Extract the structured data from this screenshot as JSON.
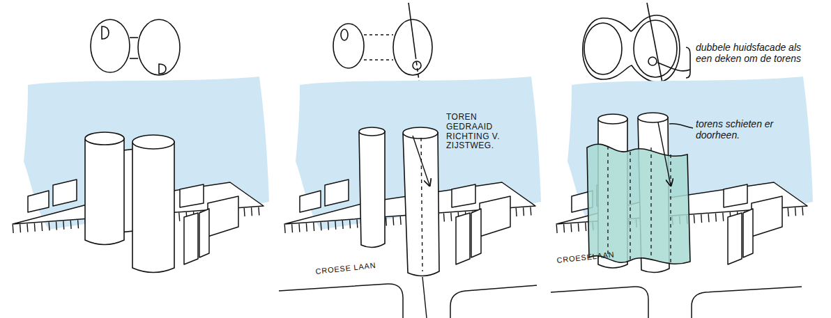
{
  "diagram": {
    "labels": [
      "TOREN GEDRAAID RICHTING V. ZIJSTWEG.",
      "dubbele huidsfacade als een deken om de torens",
      "torens schieten er doorheen.",
      "CROESE LAAN",
      "CROESELAAN"
    ]
  }
}
